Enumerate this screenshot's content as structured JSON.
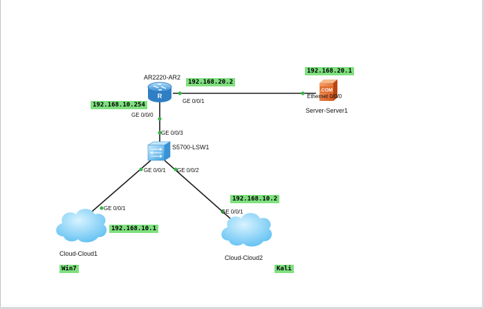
{
  "devices": {
    "router": "AR2220-AR2",
    "switch": "S5700-LSW1",
    "server": "Server-Server1",
    "cloud1": "Cloud-Cloud1",
    "cloud2": "Cloud-Cloud2",
    "server_logo": ".COM"
  },
  "ports": {
    "router_ge001": "GE 0/0/1",
    "router_ge000": "GE 0/0/0",
    "server_eth": "Ethernet 0/0/0",
    "switch_ge003": "GE 0/0/3",
    "switch_ge001": "GE 0/0/1",
    "switch_ge002": "GE 0/0/2",
    "cloud1_ge001": "GE 0/0/1",
    "cloud2_ge001": "GE 0/0/1"
  },
  "tags": {
    "router_ip_g1": "192.168.20.2",
    "server_ip": "192.168.20.1",
    "router_ip_g0": "192.168.10.254",
    "cloud2_ip": "192.168.10.2",
    "cloud1_ip": "192.168.10.1",
    "cloud1_os": "Win7",
    "cloud2_os": "Kali"
  },
  "colors": {
    "link": "#1a1a1a",
    "port_dot": "#39b54a",
    "tag_bg": "#7fe07f",
    "router_body": "#4fa3df",
    "switch_body": "#5bb8ec",
    "server_body": "#e8753a",
    "cloud_fill": "#7fd0f7"
  }
}
